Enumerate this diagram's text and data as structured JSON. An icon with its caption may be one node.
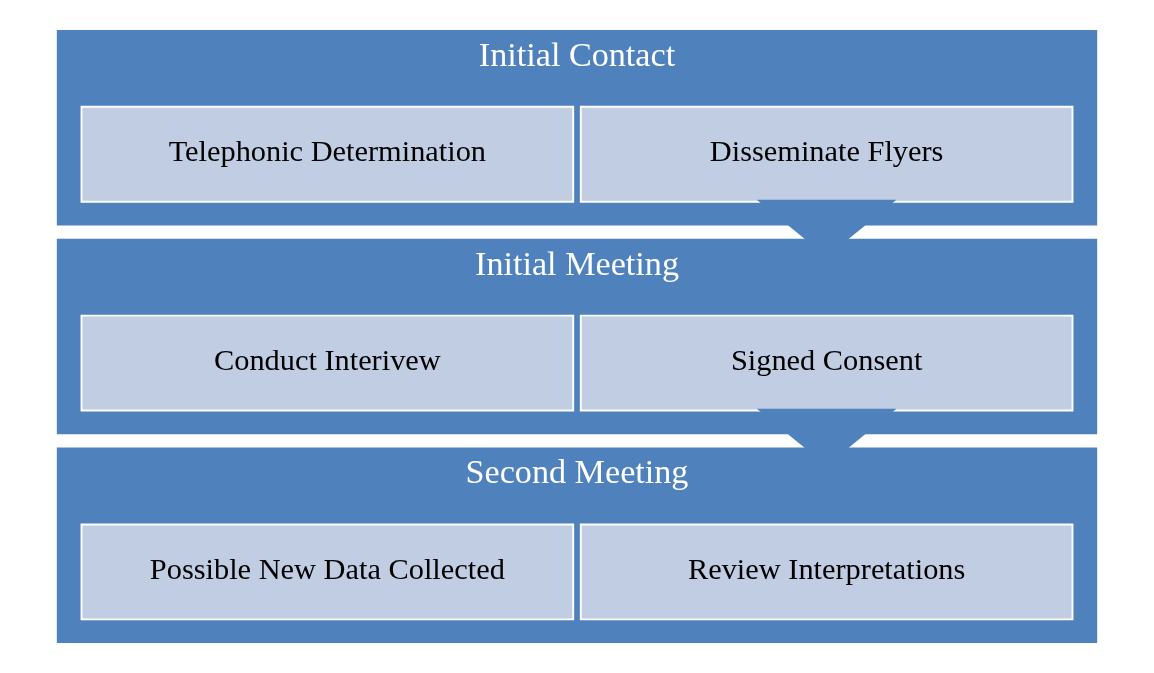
{
  "diagram": {
    "nodes": [
      {
        "text": [
          "Initial Contact"
        ]
      },
      {
        "text": [
          "Disseminate Flyers"
        ],
        "in": 0
      },
      {
        "text": [
          "Telephonic Determination"
        ],
        "in": 0
      },
      {
        "text": [
          "Initial Meeting"
        ]
      },
      {
        "text": [
          "Signed Consent"
        ],
        "in": 3
      },
      {
        "text": [
          "Conduct Interivew"
        ],
        "in": 3
      },
      {
        "text": [
          "Second Meeting"
        ]
      },
      {
        "text": [
          "Review Interpretations"
        ],
        "in": 6
      },
      {
        "text": [
          "Possible New Data Collected"
        ],
        "in": 6
      }
    ],
    "edges": [
      {
        "from": 0,
        "to": 3,
        "arrow": "to",
        "style": "thick"
      },
      {
        "from": 3,
        "to": 6,
        "arrow": "to",
        "style": "thick"
      }
    ]
  }
}
